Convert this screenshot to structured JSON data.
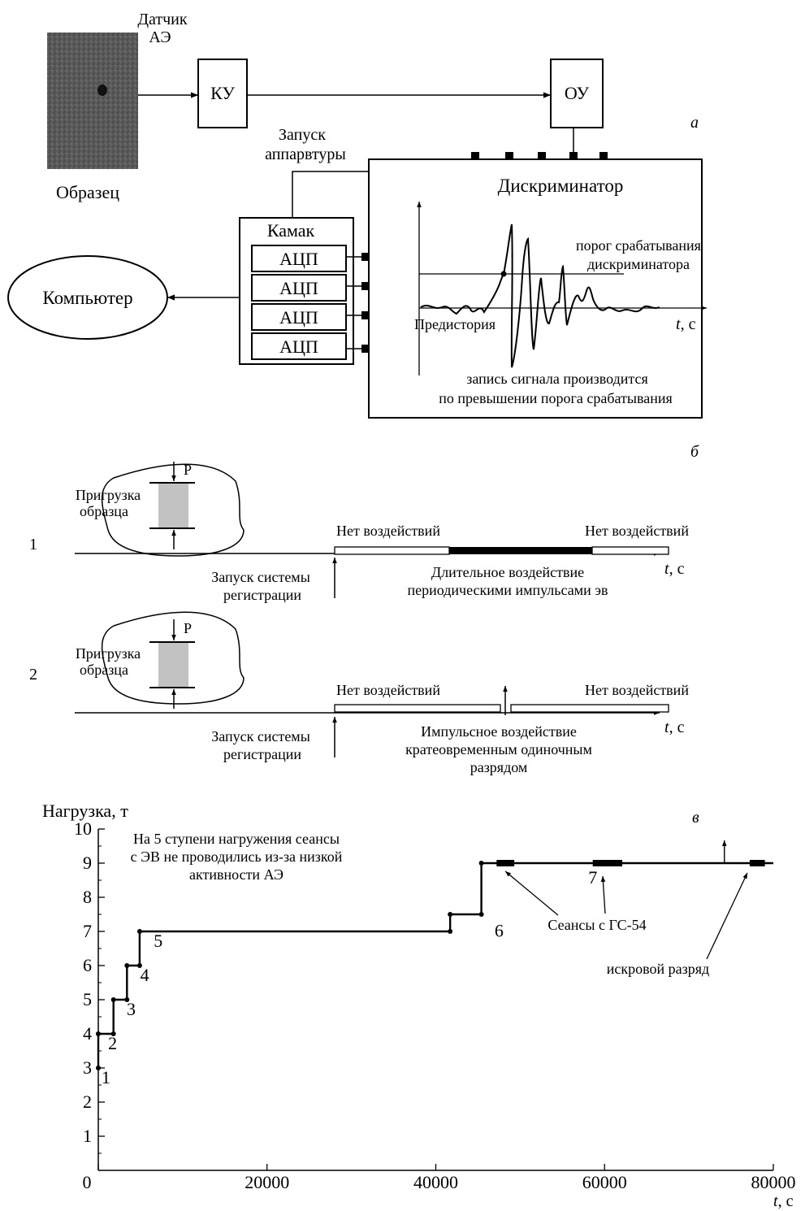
{
  "panel_a": {
    "letter": "а",
    "sensor_label_1": "Датчик",
    "sensor_label_2": "АЭ",
    "sample_label": "Образец",
    "ku": "КУ",
    "ou": "ОУ",
    "launch_1": "Запуск",
    "launch_2": "аппарвтуры",
    "camac": "Камак",
    "adc": [
      "АЦП",
      "АЦП",
      "АЦП",
      "АЦП"
    ],
    "computer": "Компьютер",
    "discriminator": "Дискриминатор",
    "threshold_1": "порог срабатывания",
    "threshold_2": "дискриминатора",
    "prehistory": "Предистория",
    "t_axis": "t",
    "t_unit": ", с",
    "record_1": "запись сигнала производится",
    "record_2": "по превышении порога срабатывания"
  },
  "panel_b": {
    "letter": "б",
    "rows": [
      {
        "num": "1",
        "p": "P",
        "load_1": "Пригрузка",
        "load_2": "образца",
        "no_effect_left": "Нет воздействий",
        "no_effect_right": "Нет воздействий",
        "t_axis": "t",
        "t_unit": ", с",
        "start_1": "Запуск системы",
        "start_2": "регистрации",
        "desc_1": "Длительное воздействие",
        "desc_2": "периодическими импульсами эв",
        "desc_3": ""
      },
      {
        "num": "2",
        "p": "P",
        "load_1": "Пригрузка",
        "load_2": "образца",
        "no_effect_left": "Нет воздействий",
        "no_effect_right": "Нет воздействий",
        "t_axis": "t",
        "t_unit": ", с",
        "start_1": "Запуск системы",
        "start_2": "регистрации",
        "desc_1": "Импульсное воздействие",
        "desc_2": "кратеовременным одиночным",
        "desc_3": "разрядом"
      }
    ]
  },
  "chart_data": {
    "type": "line",
    "letter": "в",
    "ylabel": "Нагрузка, т",
    "xlabel_var": "t",
    "xlabel_unit": ", с",
    "xlim": [
      0,
      80000
    ],
    "ylim": [
      0,
      10
    ],
    "xticks": [
      "0",
      "20000",
      "40000",
      "60000",
      "80000"
    ],
    "yticks": [
      "1",
      "2",
      "3",
      "4",
      "5",
      "6",
      "7",
      "8",
      "9",
      "10"
    ],
    "series": [
      {
        "points": [
          [
            0,
            3
          ],
          [
            0,
            4
          ],
          [
            1800,
            4
          ],
          [
            1800,
            5
          ],
          [
            3400,
            5
          ],
          [
            3400,
            6
          ],
          [
            4900,
            6
          ],
          [
            4900,
            7
          ],
          [
            41700,
            7
          ],
          [
            41700,
            7.5
          ],
          [
            45400,
            7.5
          ],
          [
            45400,
            9
          ],
          [
            80000,
            9
          ]
        ]
      }
    ],
    "step_labels": [
      {
        "text": "1",
        "x": 900,
        "y": 2.55
      },
      {
        "text": "2",
        "x": 1700,
        "y": 3.55
      },
      {
        "text": "3",
        "x": 3900,
        "y": 4.55
      },
      {
        "text": "4",
        "x": 5500,
        "y": 5.55
      },
      {
        "text": "5",
        "x": 7100,
        "y": 6.55
      },
      {
        "text": "6",
        "x": 47500,
        "y": 6.85
      },
      {
        "text": "7",
        "x": 58600,
        "y": 8.4
      }
    ],
    "sessions": [
      [
        47200,
        49300
      ],
      [
        58600,
        62100
      ],
      [
        77200,
        79000
      ]
    ],
    "spark_x": 74200,
    "note_1": "На 5 ступени нагружения сеансы",
    "note_2": "с ЭВ не проводились из-за низкой",
    "note_3": "активности АЭ",
    "sessions_label": "Сеансы с ГС-54",
    "spark_label": "искровой разряд"
  }
}
